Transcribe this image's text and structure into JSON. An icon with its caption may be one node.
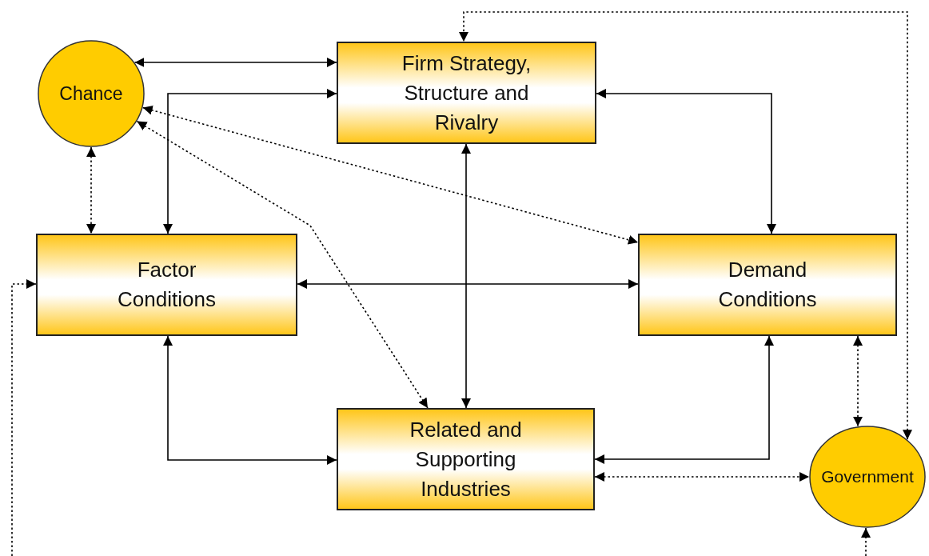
{
  "diagram": {
    "nodes": [
      {
        "text": [
          "Chance"
        ]
      },
      {
        "text": [
          "Firm Strategy, Structure and Rivalry"
        ]
      },
      {
        "text": [
          "Factor Conditions"
        ]
      },
      {
        "text": [
          "Demand Conditions"
        ]
      },
      {
        "text": [
          "Related and Supporting Industries"
        ]
      },
      {
        "text": [
          "Government"
        ]
      }
    ],
    "edges": [
      {
        "from": 0,
        "to": 1,
        "arrow": "both"
      },
      {
        "from": 2,
        "to": 1,
        "arrow": "both"
      },
      {
        "from": 1,
        "to": 3,
        "arrow": "both"
      },
      {
        "from": 1,
        "to": 4,
        "arrow": "both"
      },
      {
        "from": 2,
        "to": 3,
        "arrow": "both"
      },
      {
        "from": 2,
        "to": 4,
        "arrow": "both"
      },
      {
        "from": 3,
        "to": 4,
        "arrow": "both"
      },
      {
        "from": 0,
        "to": 2,
        "arrow": "both",
        "style": "dashed"
      },
      {
        "from": 0,
        "to": 3,
        "arrow": "both",
        "style": "dashed"
      },
      {
        "from": 0,
        "to": 4,
        "arrow": "both",
        "style": "dashed"
      },
      {
        "from": 3,
        "to": 5,
        "arrow": "both",
        "style": "dashed"
      },
      {
        "from": 4,
        "to": 5,
        "arrow": "both",
        "style": "dashed"
      },
      {
        "from": 5,
        "to": 1,
        "arrow": "both",
        "style": "dashed"
      },
      {
        "from": null,
        "to": 5,
        "arrow": "to",
        "style": "dashed"
      },
      {
        "from": null,
        "to": 2,
        "arrow": "to",
        "style": "dashed"
      }
    ]
  }
}
